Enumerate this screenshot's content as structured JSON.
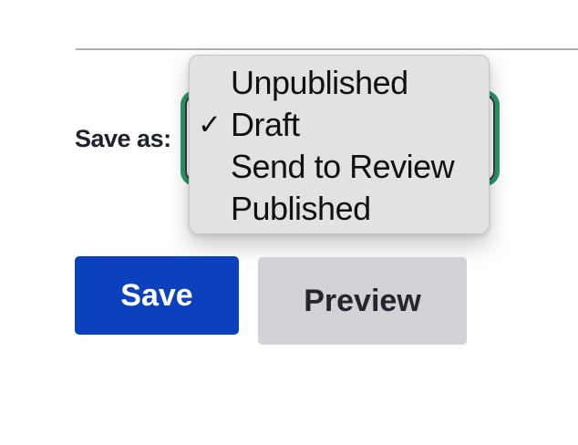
{
  "form": {
    "save_as_label": "Save as:"
  },
  "dropdown": {
    "selected_value": "Draft",
    "items": [
      {
        "label": "Unpublished",
        "check": ""
      },
      {
        "label": "Draft",
        "check": "✓"
      },
      {
        "label": "Send to Review",
        "check": ""
      },
      {
        "label": "Published",
        "check": ""
      }
    ]
  },
  "buttons": {
    "save_label": "Save",
    "preview_label": "Preview"
  },
  "colors": {
    "save_button_bg": "#0c41bd",
    "save_button_text": "#ffffff",
    "preview_button_bg": "#d1d1d6",
    "preview_button_text": "#23262e",
    "select_focus_ring": "#2a996a",
    "dropdown_bg": "#e2e1e4",
    "divider": "#b1b1b3",
    "label_text": "#1d232b",
    "text": "#111113"
  }
}
